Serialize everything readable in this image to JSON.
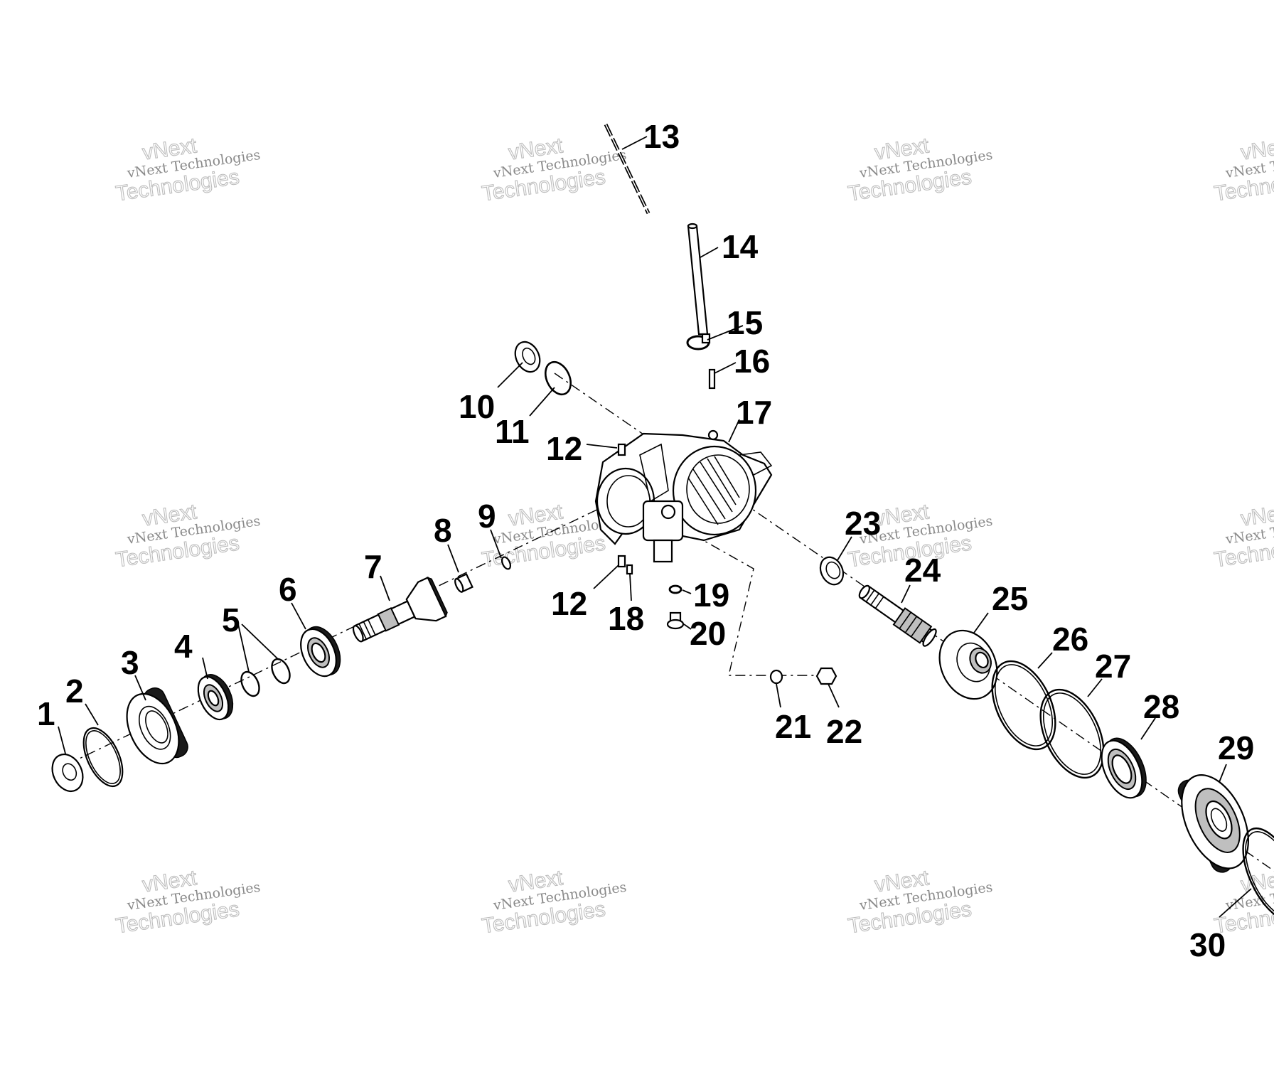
{
  "callouts": [
    {
      "id": "1",
      "label": "1"
    },
    {
      "id": "2",
      "label": "2"
    },
    {
      "id": "3",
      "label": "3"
    },
    {
      "id": "4",
      "label": "4"
    },
    {
      "id": "5",
      "label": "5"
    },
    {
      "id": "6",
      "label": "6"
    },
    {
      "id": "7",
      "label": "7"
    },
    {
      "id": "8",
      "label": "8"
    },
    {
      "id": "9",
      "label": "9"
    },
    {
      "id": "10",
      "label": "10"
    },
    {
      "id": "11",
      "label": "11"
    },
    {
      "id": "12a",
      "label": "12"
    },
    {
      "id": "12b",
      "label": "12"
    },
    {
      "id": "13",
      "label": "13"
    },
    {
      "id": "14",
      "label": "14"
    },
    {
      "id": "15",
      "label": "15"
    },
    {
      "id": "16",
      "label": "16"
    },
    {
      "id": "17",
      "label": "17"
    },
    {
      "id": "18",
      "label": "18"
    },
    {
      "id": "19",
      "label": "19"
    },
    {
      "id": "20",
      "label": "20"
    },
    {
      "id": "21",
      "label": "21"
    },
    {
      "id": "22",
      "label": "22"
    },
    {
      "id": "23",
      "label": "23"
    },
    {
      "id": "24",
      "label": "24"
    },
    {
      "id": "25",
      "label": "25"
    },
    {
      "id": "26",
      "label": "26"
    },
    {
      "id": "27",
      "label": "27"
    },
    {
      "id": "28",
      "label": "28"
    },
    {
      "id": "29",
      "label": "29"
    },
    {
      "id": "30",
      "label": "30"
    }
  ],
  "watermark": {
    "line1": "vNext Technologies",
    "line2": "Technologies",
    "line3": "vNext"
  }
}
